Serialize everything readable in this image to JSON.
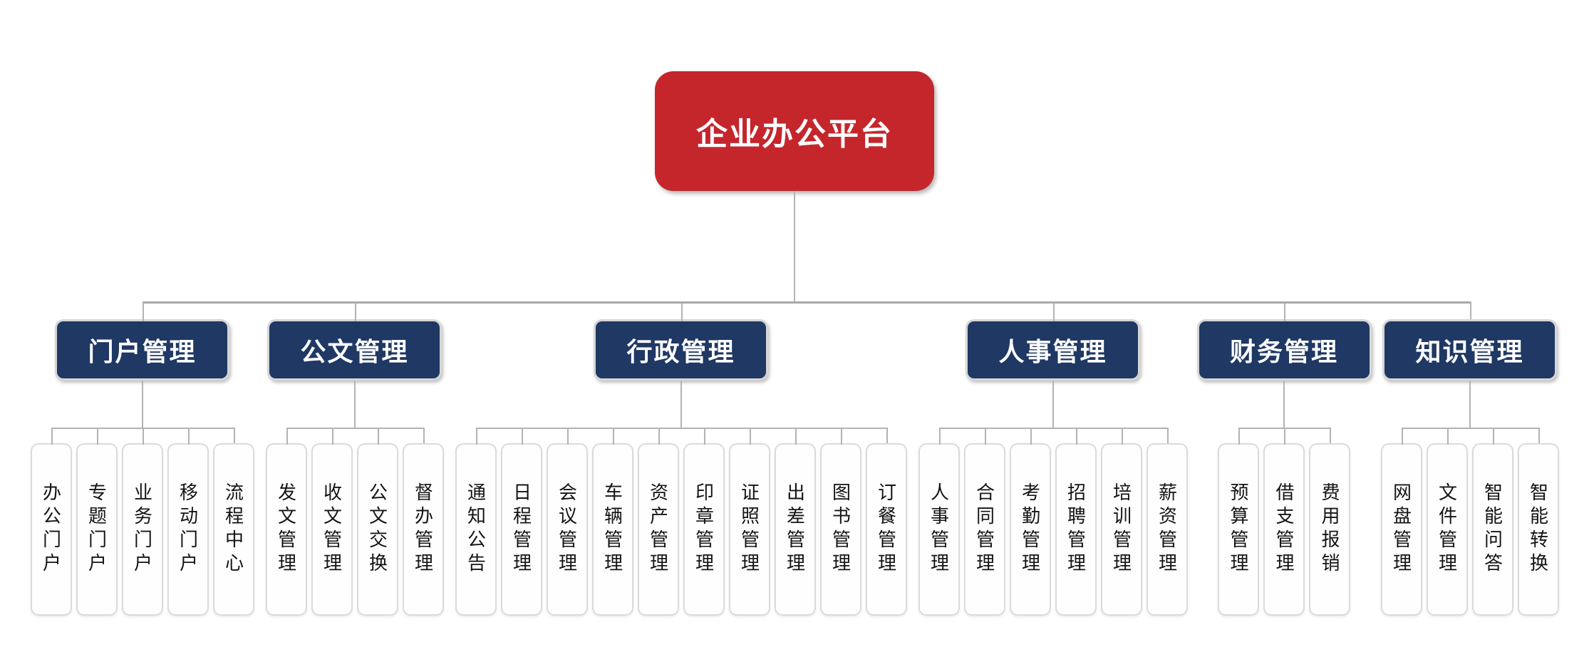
{
  "root": {
    "label": "企业办公平台"
  },
  "theme": {
    "root_bg": "#c4262c",
    "category_bg": "#1f3864",
    "node_text": "#ffffff",
    "leaf_text": "#141414",
    "leaf_border": "#dbdbdb",
    "line_color": "#b3b3b3"
  },
  "groups": [
    {
      "label": "门户管理",
      "children": [
        "办公门户",
        "专题门户",
        "业务门户",
        "移动门户",
        "流程中心"
      ]
    },
    {
      "label": "公文管理",
      "children": [
        "发文管理",
        "收文管理",
        "公文交换",
        "督办管理"
      ]
    },
    {
      "label": "行政管理",
      "children": [
        "通知公告",
        "日程管理",
        "会议管理",
        "车辆管理",
        "资产管理",
        "印章管理",
        "证照管理",
        "出差管理",
        "图书管理",
        "订餐管理"
      ]
    },
    {
      "label": "人事管理",
      "children": [
        "人事管理",
        "合同管理",
        "考勤管理",
        "招聘管理",
        "培训管理",
        "薪资管理"
      ]
    },
    {
      "label": "财务管理",
      "children": [
        "预算管理",
        "借支管理",
        "费用报销"
      ]
    },
    {
      "label": "知识管理",
      "children": [
        "网盘管理",
        "文件管理",
        "智能问答",
        "智能转换"
      ]
    }
  ]
}
